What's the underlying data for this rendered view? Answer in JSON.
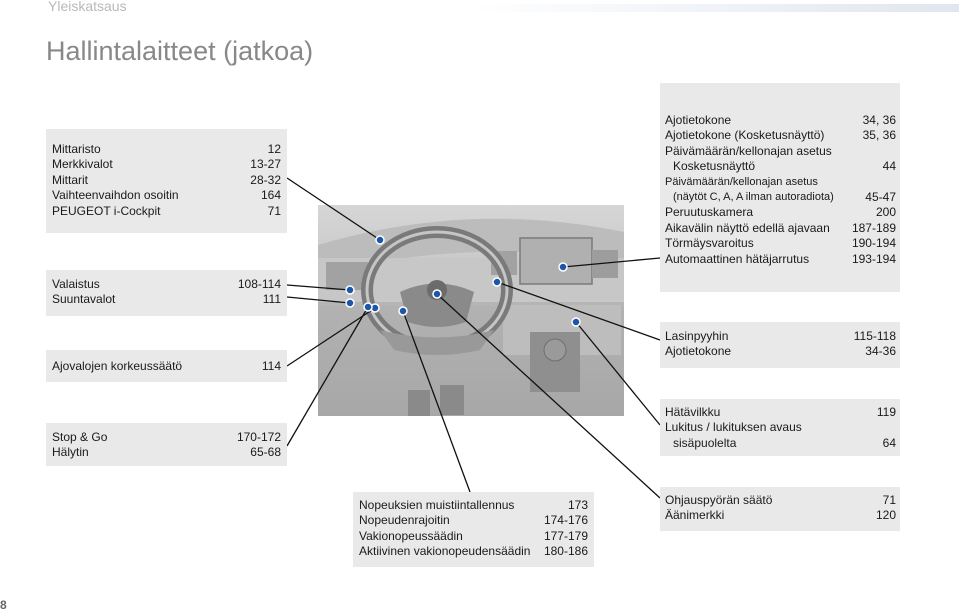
{
  "header": {
    "section": "Yleiskatsaus"
  },
  "title": "Hallintalaitteet (jatkoa)",
  "page_number": "8",
  "boxes": {
    "b1": [
      {
        "label": "Mittaristo",
        "ref": "12"
      },
      {
        "label": "Merkkivalot",
        "ref": "13-27"
      },
      {
        "label": "Mittarit",
        "ref": "28-32"
      },
      {
        "label": "Vaihteenvaihdon osoitin",
        "ref": "164"
      },
      {
        "label": "PEUGEOT i-Cockpit",
        "ref": "71"
      }
    ],
    "b2": [
      {
        "label": "Valaistus",
        "ref": "108-114"
      },
      {
        "label": "Suuntavalot",
        "ref": "111"
      }
    ],
    "b3": [
      {
        "label": "Ajovalojen korkeussäätö",
        "ref": "114"
      }
    ],
    "b4": [
      {
        "label": "Stop & Go",
        "ref": "170-172"
      },
      {
        "label": "Hälytin",
        "ref": "65-68"
      }
    ],
    "b5": [
      {
        "label": "Nopeuksien muistiintallennus",
        "ref": "173"
      },
      {
        "label": "Nopeudenrajoitin",
        "ref": "174-176"
      },
      {
        "label": "Vakionopeussäädin",
        "ref": "177-179"
      },
      {
        "label": "Aktiivinen vakionopeudensäädin",
        "ref": "180-186"
      }
    ],
    "b6": {
      "r1": {
        "label": "Ajotietokone",
        "ref": "34, 36"
      },
      "r2": {
        "label": "Ajotietokone (Kosketusnäyttö)",
        "ref": "35, 36"
      },
      "r3a": "Päivämäärän/kellonajan asetus",
      "r3b": {
        "label": "Kosketusnäyttö",
        "ref": "44"
      },
      "r4a": "Päivämäärän/kellonajan asetus",
      "r4b": {
        "label": "(näytöt C, A, A ilman autoradiota)",
        "ref": "45-47"
      },
      "r5": {
        "label": "Peruutuskamera",
        "ref": "200"
      },
      "r6": {
        "label": "Aikavälin näyttö edellä ajavaan",
        "ref": "187-189"
      },
      "r7": {
        "label": "Törmäysvaroitus",
        "ref": "190-194"
      },
      "r8": {
        "label": "Automaattinen hätäjarrutus",
        "ref": "193-194"
      }
    },
    "b7": [
      {
        "label": "Lasinpyyhin",
        "ref": "115-118"
      },
      {
        "label": "Ajotietokone",
        "ref": "34-36"
      }
    ],
    "b8": {
      "r1": {
        "label": "Hätävilkku",
        "ref": "119"
      },
      "r2a": "Lukitus / lukituksen avaus",
      "r2b": {
        "label": "sisäpuolelta",
        "ref": "64"
      }
    },
    "b9": [
      {
        "label": "Ohjauspyörän säätö",
        "ref": "71"
      },
      {
        "label": "Äänimerkki",
        "ref": "120"
      }
    ]
  }
}
